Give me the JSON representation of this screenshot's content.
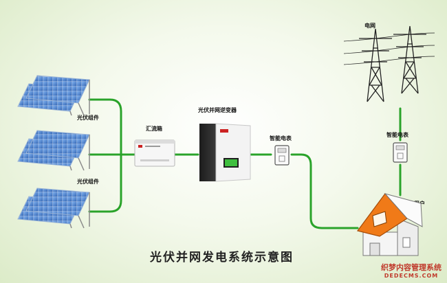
{
  "title": "光伏并网发电系统示意图",
  "labels": {
    "pv_top": "光伏组件",
    "pv_bottom": "光伏组件",
    "combiner": "汇流箱",
    "inverter": "光伏并网逆变器",
    "meter_left": "智能电表",
    "meter_right": "智能电表",
    "grid": "电网",
    "user": "电力用户"
  },
  "watermark": {
    "line1": "织梦内容管理系统",
    "line2": "DEDECMS.COM"
  },
  "colors": {
    "wire": "#2aa32a",
    "panel": "#3f78c8",
    "roof": "#f07a18"
  }
}
